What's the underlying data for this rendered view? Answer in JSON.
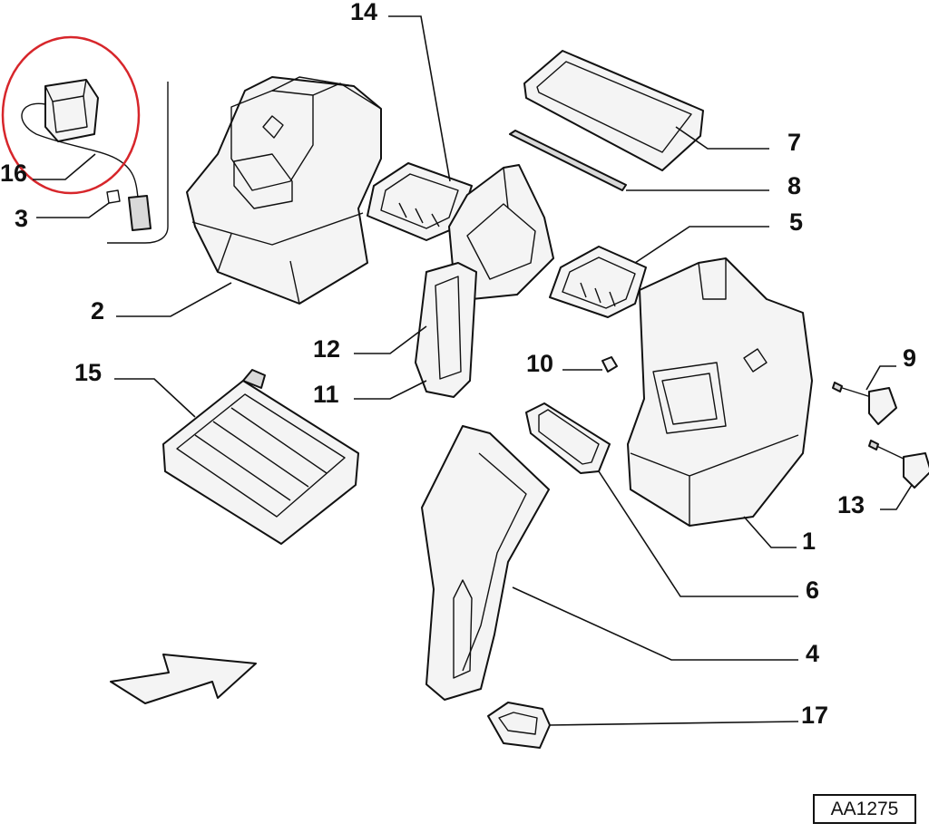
{
  "diagram": {
    "reference_code": "AA1275",
    "callouts": {
      "c1": "1",
      "c2": "2",
      "c3": "3",
      "c4": "4",
      "c5": "5",
      "c6": "6",
      "c7": "7",
      "c8": "8",
      "c9": "9",
      "c10": "10",
      "c11": "11",
      "c12": "12",
      "c13": "13",
      "c14": "14",
      "c15": "15",
      "c16": "16",
      "c17": "17"
    },
    "highlight_color": "#d7262b",
    "highlighted_part": "16"
  }
}
